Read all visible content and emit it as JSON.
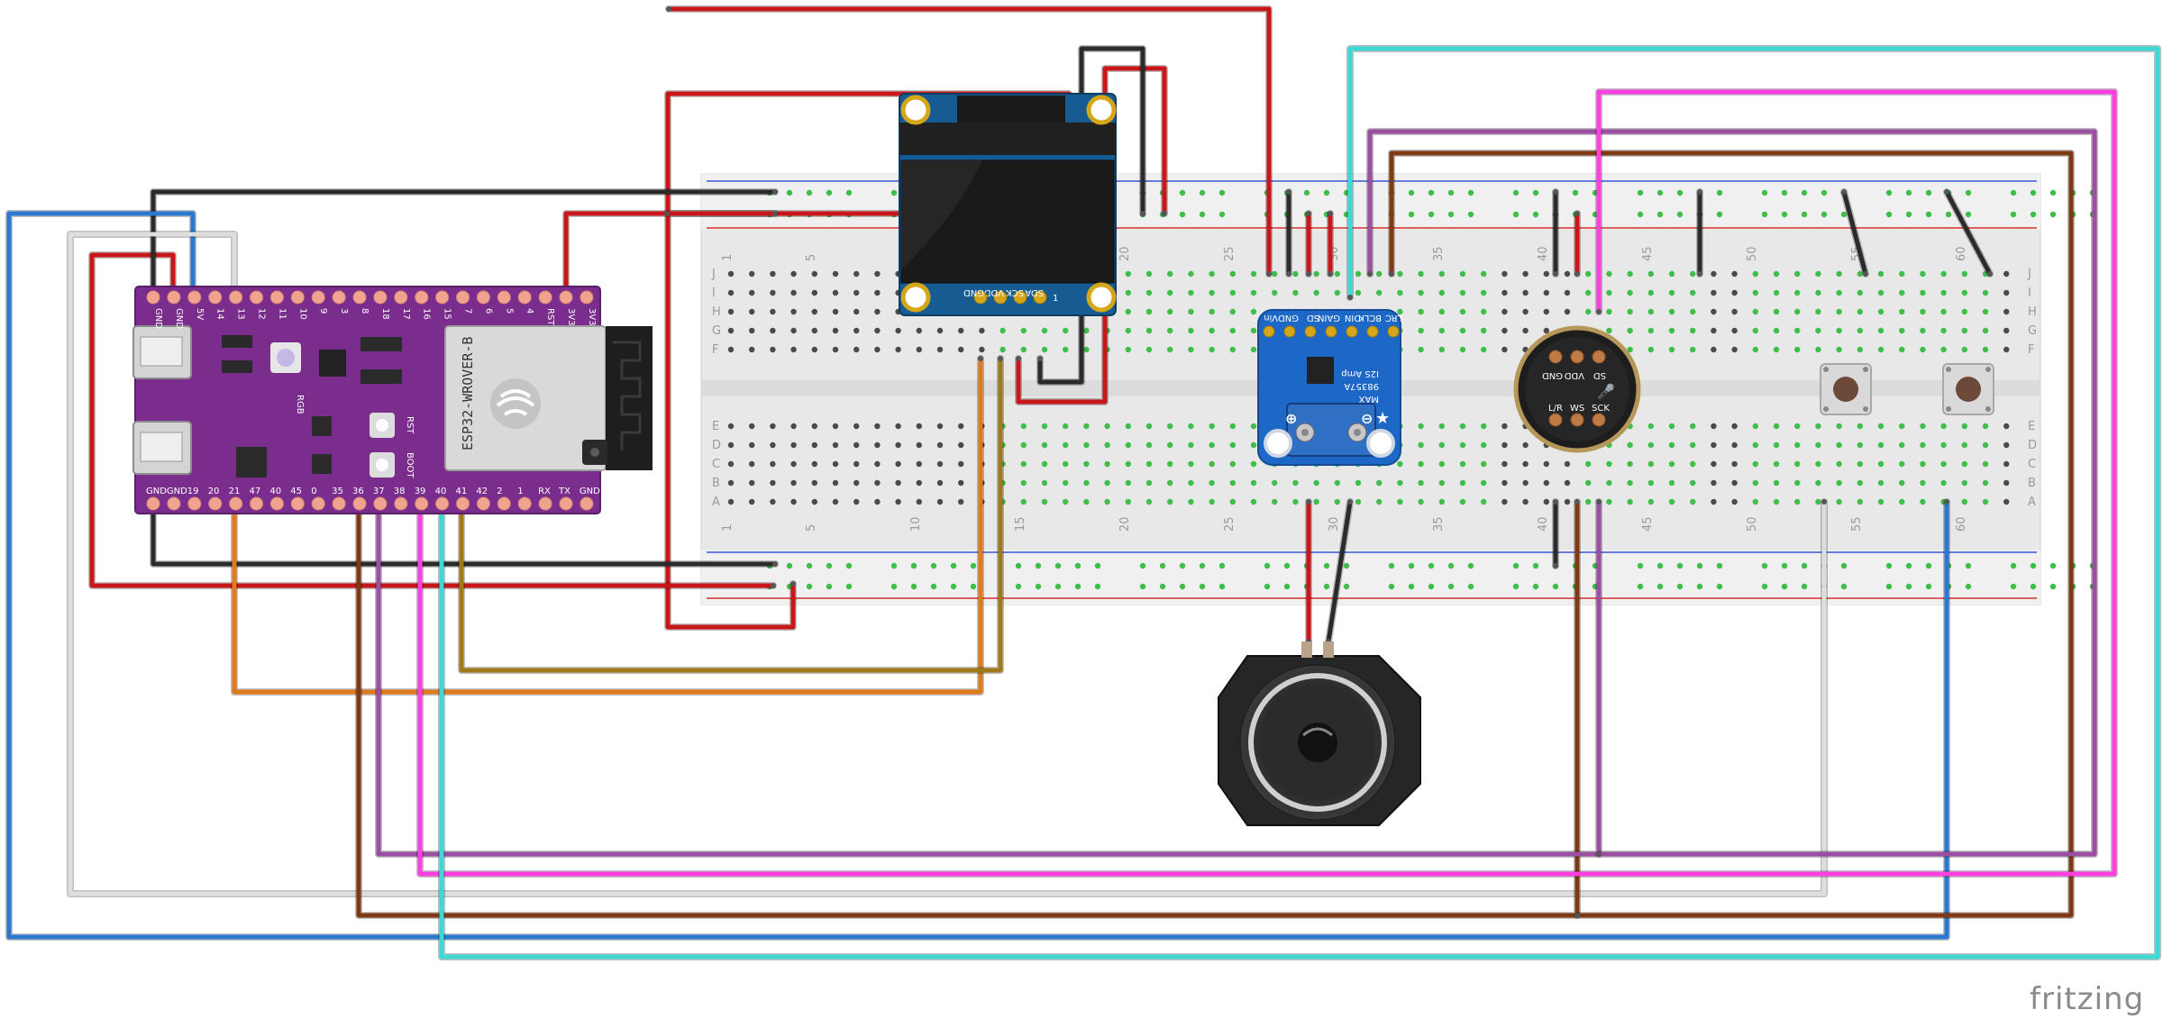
{
  "brand": "fritzing",
  "esp32": {
    "module_label": "ESP32-WROVER-B",
    "top_pins": [
      "GND",
      "GND",
      "5V",
      "14",
      "13",
      "12",
      "11",
      "10",
      "9",
      "3",
      "8",
      "18",
      "17",
      "16",
      "15",
      "7",
      "6",
      "5",
      "4",
      "RST",
      "3V3",
      "3V3"
    ],
    "bottom_pins": [
      "GND",
      "GND",
      "19",
      "20",
      "21",
      "47",
      "40",
      "45",
      "0",
      "35",
      "36",
      "37",
      "38",
      "39",
      "40",
      "41",
      "42",
      "2",
      "1",
      "RX",
      "TX",
      "GND"
    ],
    "labels": {
      "rgb": "RGB",
      "rst": "RST",
      "boot": "BOOT"
    }
  },
  "oled": {
    "pins": [
      "GND",
      "VDD",
      "SCK",
      "SDA"
    ],
    "pin1": "1"
  },
  "amp": {
    "pins": [
      "Vin",
      "GND",
      "SD",
      "GAIN",
      "DIN",
      "BCLK",
      "LRC"
    ],
    "title1": "MAX",
    "title2": "98357A",
    "title3": "I2S Amp"
  },
  "mic": {
    "top_pins": [
      "GND",
      "VDD",
      "SD"
    ],
    "bottom_pins": [
      "L/R",
      "WS",
      "SCK"
    ]
  },
  "breadboard": {
    "col_numbers": [
      "1",
      "5",
      "10",
      "15",
      "20",
      "25",
      "30",
      "35",
      "40",
      "45",
      "50",
      "55",
      "60"
    ],
    "row_letters_top": [
      "J",
      "I",
      "H",
      "G",
      "F"
    ],
    "row_letters_bottom": [
      "E",
      "D",
      "C",
      "B",
      "A"
    ]
  },
  "colors": {
    "red": "#c8161a",
    "black": "#2b2b2b",
    "blue": "#2a78d0",
    "white": "#dedede",
    "orange": "#e07a1e",
    "olive": "#a07a18",
    "brown": "#7f3a14",
    "magenta": "#ff3fe0",
    "purple": "#9b4ea2",
    "cyan": "#3fd8d4",
    "board_purple": "#7b2d8e",
    "amp_blue": "#1d67c6"
  }
}
